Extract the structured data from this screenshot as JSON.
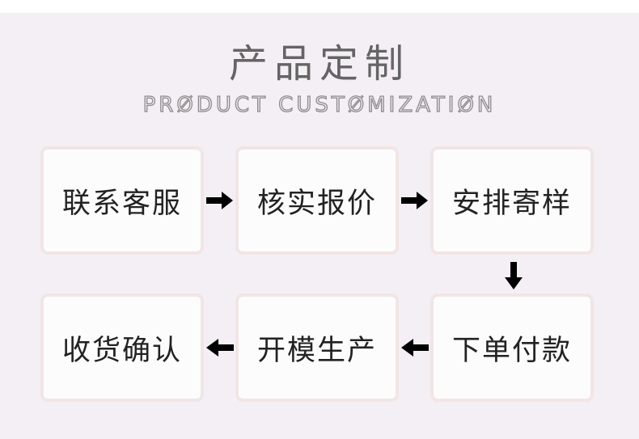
{
  "header": {
    "title": "产品定制",
    "subtitle": "PRØDUCT CUSTØMIZATIØN"
  },
  "flow": {
    "steps": [
      {
        "label": "联系客服"
      },
      {
        "label": "核实报价"
      },
      {
        "label": "安排寄样"
      },
      {
        "label": "下单付款"
      },
      {
        "label": "开模生产"
      },
      {
        "label": "收货确认"
      }
    ],
    "arrows": [
      {
        "direction": "right",
        "from": "联系客服",
        "to": "核实报价"
      },
      {
        "direction": "right",
        "from": "核实报价",
        "to": "安排寄样"
      },
      {
        "direction": "down",
        "from": "安排寄样",
        "to": "下单付款"
      },
      {
        "direction": "left",
        "from": "下单付款",
        "to": "开模生产"
      },
      {
        "direction": "left",
        "from": "开模生产",
        "to": "收货确认"
      }
    ]
  },
  "colors": {
    "background": "#f4eff5",
    "box_fill": "#fdfcfd",
    "box_border": "#f1e5e5",
    "title": "#646464",
    "step_text": "#222222",
    "arrow": "#000000"
  }
}
